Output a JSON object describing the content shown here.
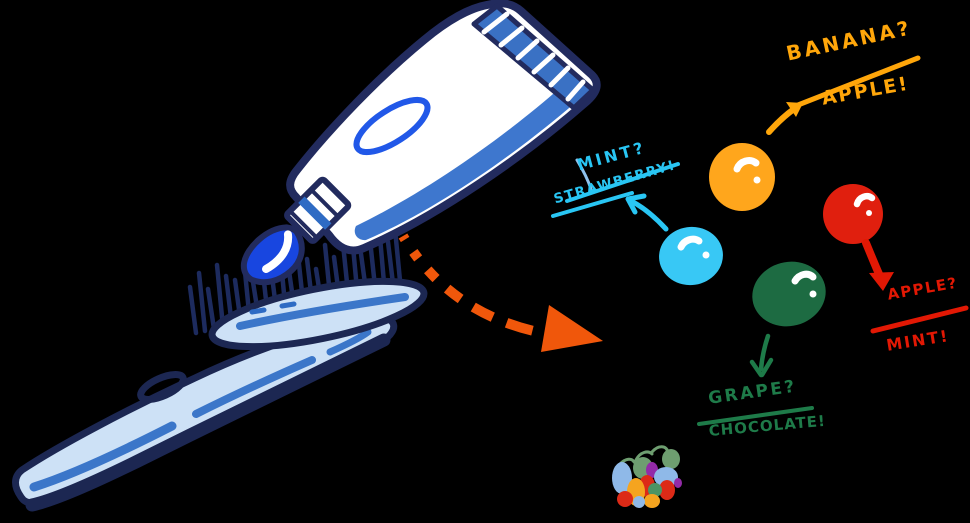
{
  "scene": {
    "background": "#000000"
  },
  "flavor_labels": {
    "banana": {
      "guess": "BANANA?",
      "answer": "APPLE!",
      "color": "#FFA60A"
    },
    "mint": {
      "guess": "MINT?",
      "answer": "STRAWBERRY!",
      "color": "#29C6F4"
    },
    "apple": {
      "guess": "APPLE?",
      "answer": "MINT!",
      "color": "#E21804"
    },
    "grape": {
      "guess": "GRAPE?",
      "answer": "CHOCOLATE!",
      "color": "#1E7B49"
    }
  },
  "candy_balls": {
    "orange": {
      "color": "#FFA61C"
    },
    "cyan": {
      "color": "#38C8F5"
    },
    "red": {
      "color": "#E01F0E"
    },
    "green": {
      "color": "#1D6B42"
    }
  },
  "artwork_colors": {
    "outline_navy": "#20295A",
    "tube_shade_blue": "#3E77CE",
    "tube_ring_blue": "#2158E8",
    "crimp_band_blue": "#3A71C4",
    "paste_blue": "#1846E0",
    "brush_body_blue": "#CDE1F6",
    "brush_accent_blue": "#3B76C9",
    "dashed_arrow_orange": "#F0570B",
    "cluster_palette": [
      "#8FB9E8",
      "#6E9E70",
      "#932BA8",
      "#DC2A17",
      "#F5A41F",
      "#4C9464"
    ]
  }
}
